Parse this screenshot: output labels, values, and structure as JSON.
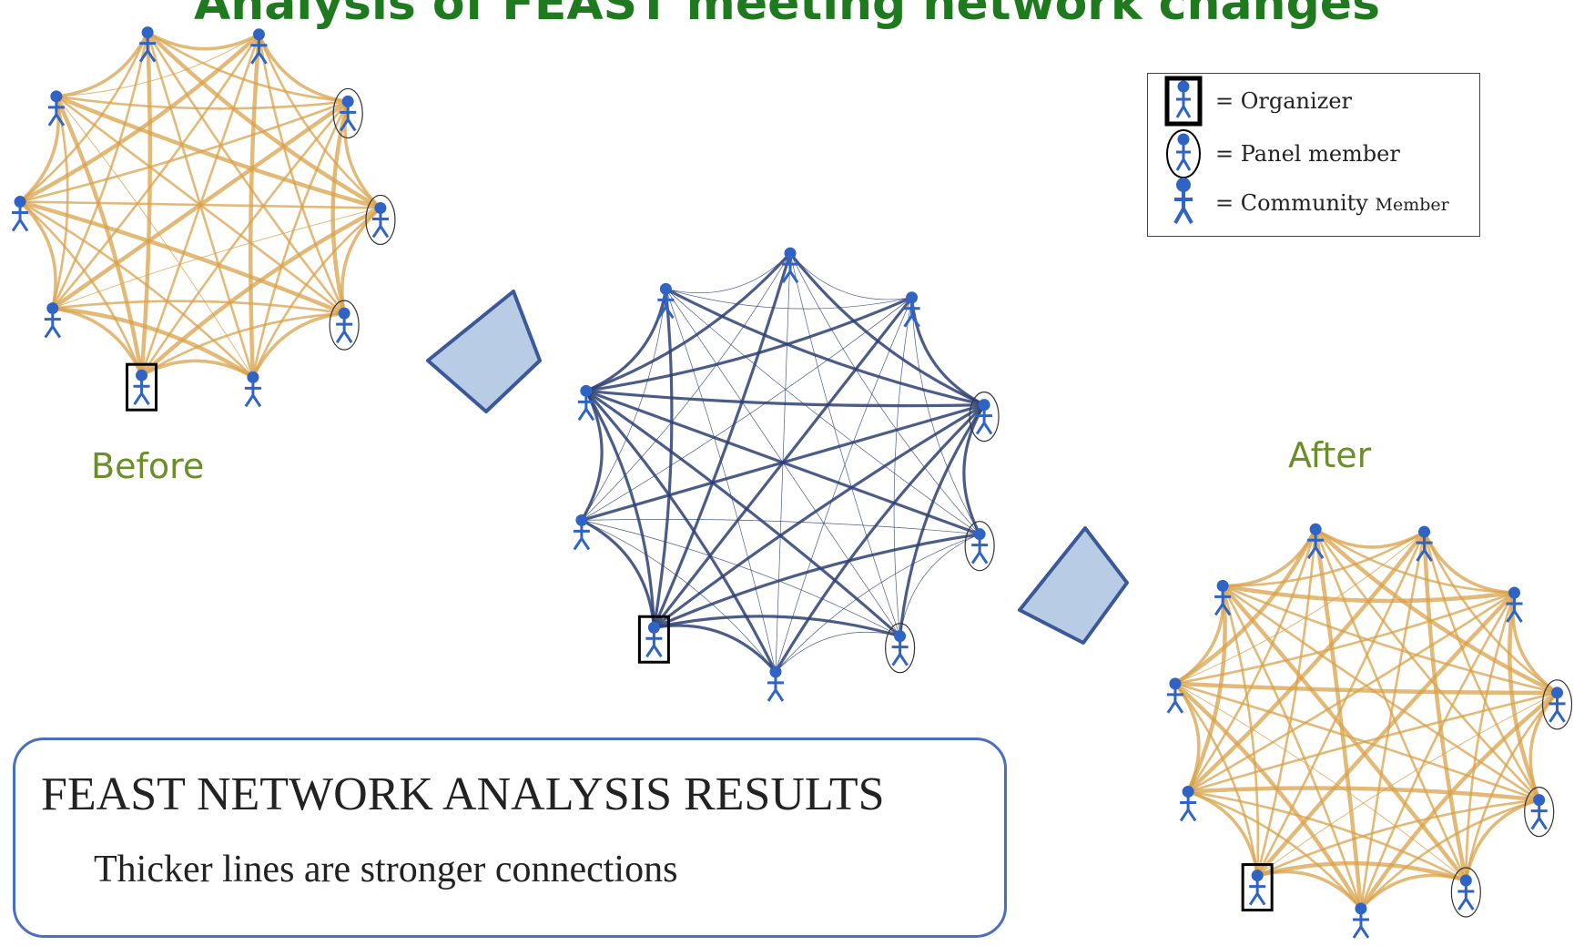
{
  "title": "Analysis of FEAST meeting network changes",
  "labels": {
    "before": "Before",
    "after": "After"
  },
  "legend": {
    "organizer": "= Organizer",
    "panel_member": "= Panel member",
    "community_prefix": "= Community ",
    "community_suffix": "Member"
  },
  "results": {
    "title": "FEAST NETWORK ANALYSIS RESULTS",
    "subtitle": "Thicker lines are stronger connections"
  },
  "colors": {
    "before_edges": "#d9a24a",
    "middle_edges": "#2b3f73",
    "after_edges": "#d9a24a",
    "person": "#2f63c4",
    "arrow_fill": "#b8cce6",
    "arrow_stroke": "#3b5998",
    "title": "#1f7a1f",
    "phase_label": "#6b8e2b",
    "results_border": "#4a6fbf"
  },
  "icons": {
    "person": "person-icon",
    "organizer_marker": "square-frame",
    "panel_marker": "ellipse-frame",
    "arrow": "chevron-arrow"
  },
  "networks": [
    {
      "name": "before",
      "node_count": 10,
      "organizer_index": 6,
      "panel_indices": [
        2,
        3,
        4
      ]
    },
    {
      "name": "middle",
      "node_count": 10,
      "organizer_index": 6,
      "panel_indices": [
        2,
        3,
        4
      ]
    },
    {
      "name": "after",
      "node_count": 11,
      "organizer_index": 7,
      "panel_indices": [
        3,
        4,
        5
      ]
    }
  ]
}
